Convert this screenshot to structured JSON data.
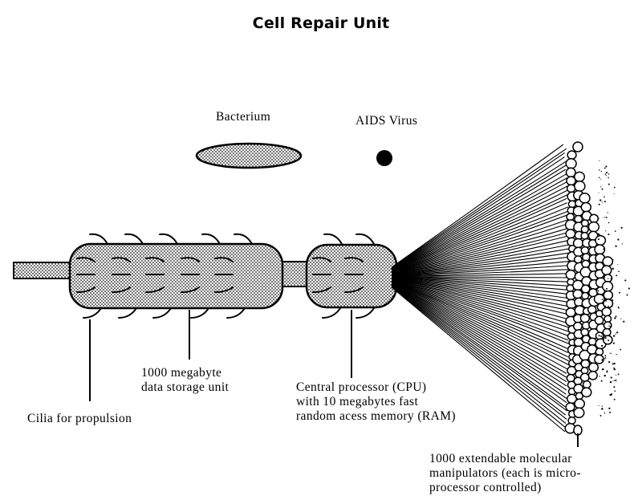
{
  "title": "Cell Repair Unit",
  "scale_references": [
    {
      "name": "bacterium",
      "label": "Bacterium",
      "shape": "elongated-ellipse",
      "fill": "stippled"
    },
    {
      "name": "aids-virus",
      "label": "AIDS Virus",
      "shape": "filled-circle",
      "fill": "#000000"
    }
  ],
  "components": {
    "cilia": {
      "label": "Cilia for propulsion"
    },
    "storage": {
      "label_lines": [
        "1000 megabyte",
        "data storage unit"
      ]
    },
    "cpu": {
      "label_lines": [
        "Central processor (CPU)",
        "with 10 megabytes fast",
        "random acess memory (RAM)"
      ]
    },
    "manipulators": {
      "label_lines": [
        "1000 extendable molecular",
        "manipulators (each is micro-",
        "processor controlled)"
      ]
    }
  },
  "colors": {
    "ink": "#000000",
    "paper": "#ffffff"
  }
}
